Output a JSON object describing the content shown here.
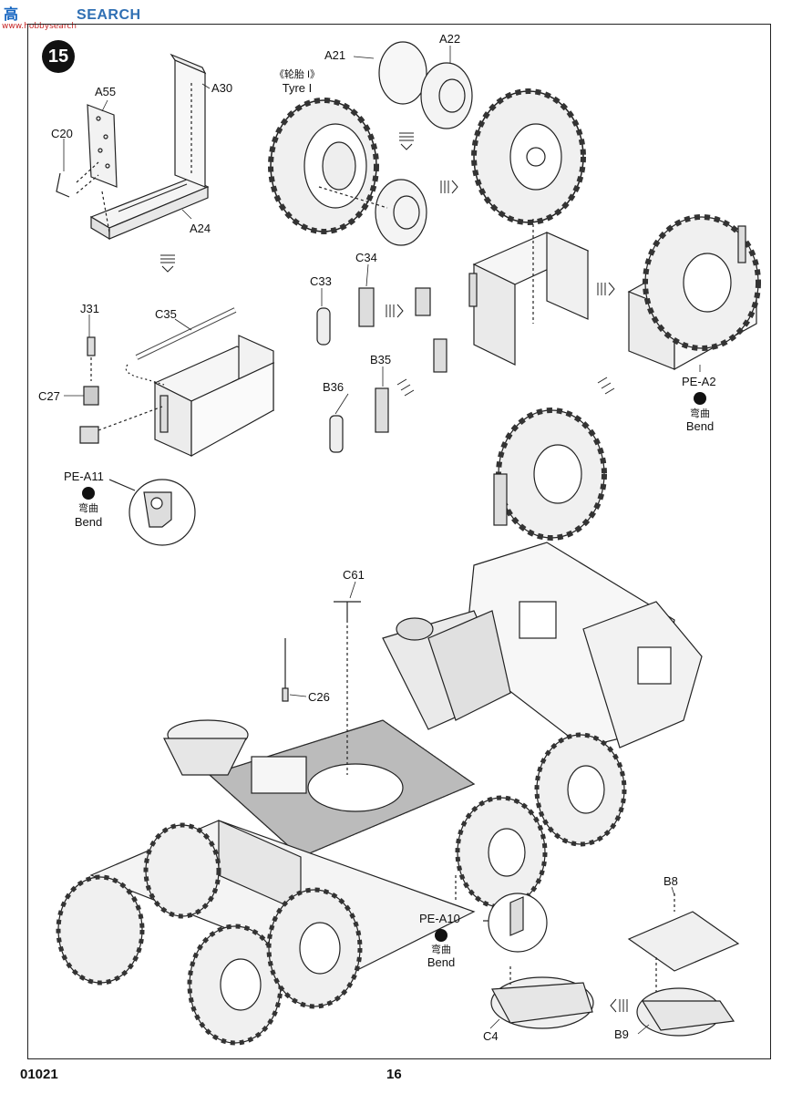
{
  "watermark": {
    "logo": "高",
    "brand_text": "SEARCH",
    "url": "www.hobbysearch"
  },
  "step_number": "15",
  "parts": {
    "a55": "A55",
    "a30": "A30",
    "c20": "C20",
    "a24": "A24",
    "j31": "J31",
    "c35": "C35",
    "c27": "C27",
    "pe_a11": "PE-A11",
    "a21": "A21",
    "a22": "A22",
    "c33": "C33",
    "c34": "C34",
    "b35": "B35",
    "b36": "B36",
    "pe_a2": "PE-A2",
    "c61": "C61",
    "c26": "C26",
    "pe_a10": "PE-A10",
    "b8": "B8",
    "c4": "C4",
    "b9": "B9"
  },
  "tyre_label": {
    "cn": "《轮胎 I》",
    "en": "Tyre I"
  },
  "bend": {
    "cn": "弯曲",
    "en": "Bend"
  },
  "footer": {
    "code": "01021",
    "page": "16"
  }
}
